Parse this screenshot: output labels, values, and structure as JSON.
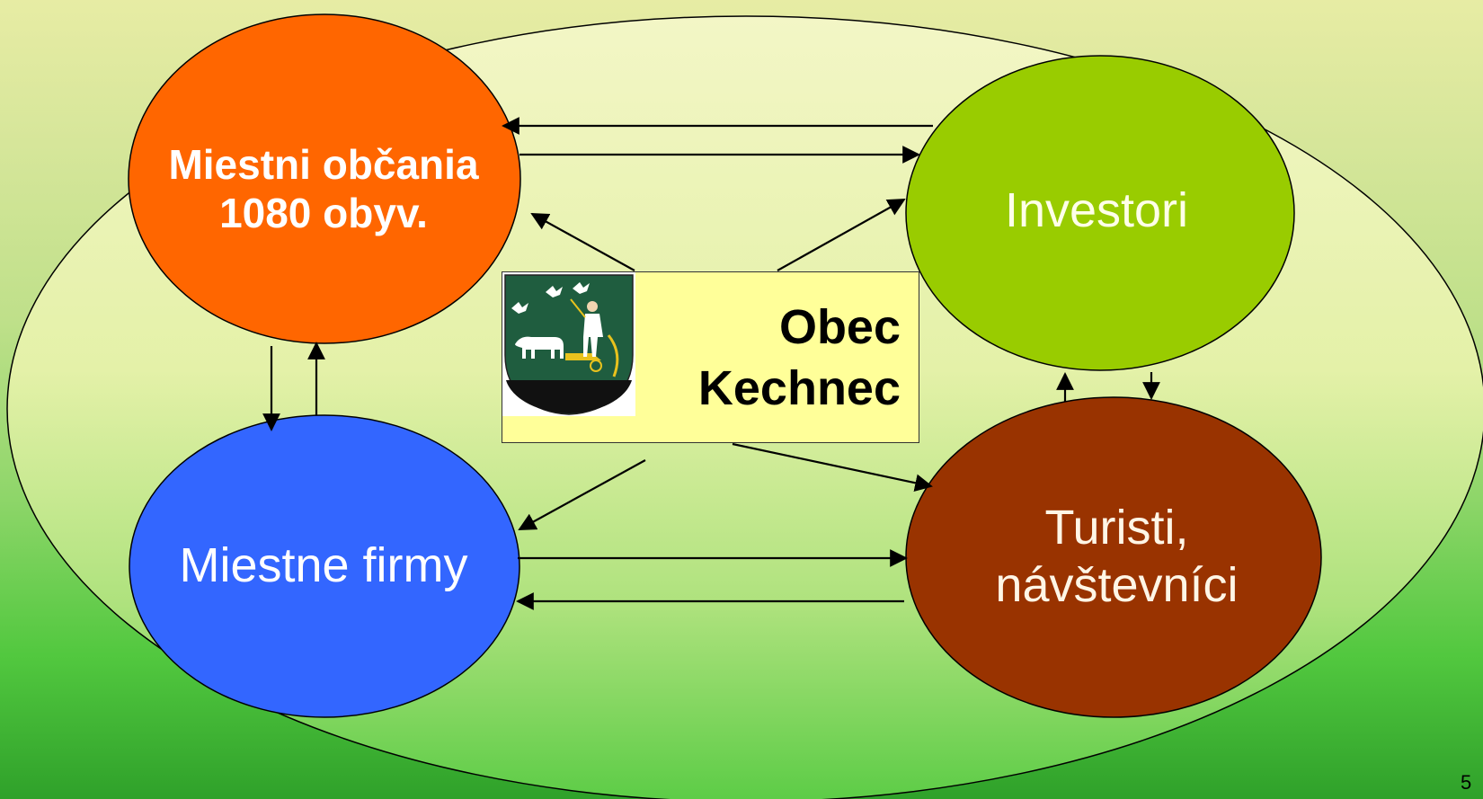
{
  "diagram": {
    "nodes": {
      "miestni_obcania": {
        "line1": "Miestni občania",
        "line2": "1080 obyv.",
        "fill": "#ff6600"
      },
      "investori": {
        "label": "Investori",
        "fill": "#99cc00"
      },
      "miestne_firmy": {
        "label": "Miestne firmy",
        "fill": "#3366ff"
      },
      "turisti": {
        "line1": "Turisti,",
        "line2": "návštevníci",
        "fill": "#993300"
      }
    },
    "center": {
      "line1": "Obec",
      "line2": "Kechnec",
      "fill": "#ffff99"
    },
    "outer_ellipse_fill": "#e9f3b0"
  },
  "slide": {
    "page_number": "5"
  }
}
